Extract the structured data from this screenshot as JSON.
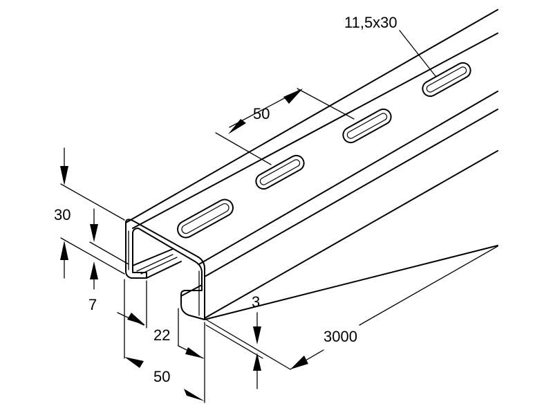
{
  "dimensions": {
    "slot_size": "11,5x30",
    "hole_pitch": "50",
    "height": "30",
    "lip_height": "7",
    "slot_opening": "22",
    "width": "50",
    "thickness": "3",
    "length": "3000"
  }
}
